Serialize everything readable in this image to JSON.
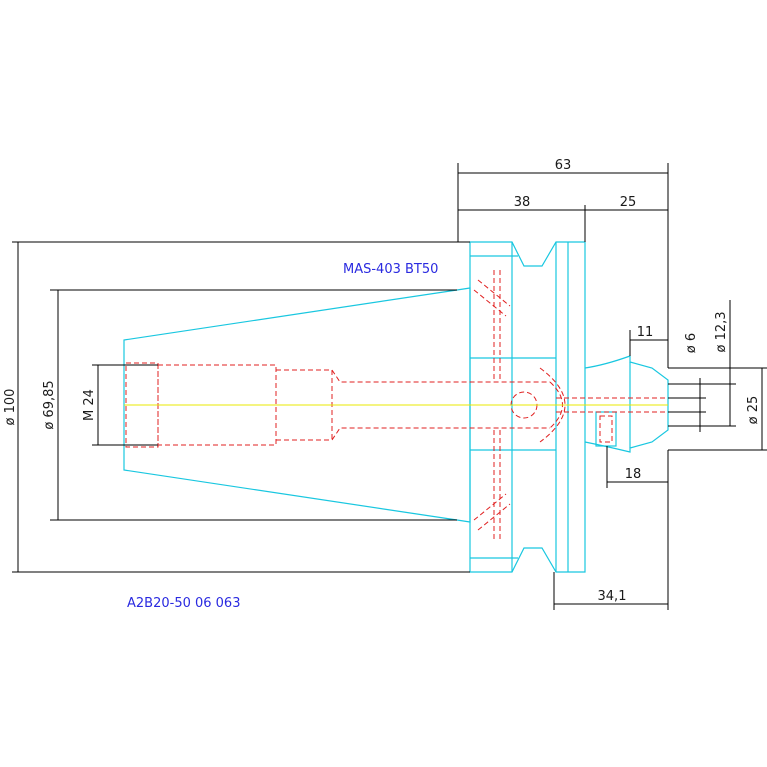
{
  "labels": {
    "top_label": "MAS-403  BT50",
    "bottom_label": "A2B20-50  06  063"
  },
  "dimensions": {
    "overall_length": "63",
    "flange_length": "38",
    "shank_length": "25",
    "dia_100": "ø 100",
    "dia_69_85": "ø 69,85",
    "thread": "M 24",
    "dim_11": "11",
    "dia_6": "ø 6",
    "dia_12_3": "ø 12,3",
    "dia_25": "ø 25",
    "dim_18": "18",
    "dim_34_1": "34,1"
  },
  "colors": {
    "part_outline": "#19c7e0",
    "hidden_line": "#e02020",
    "center_line": "#e8e800",
    "dimension": "#000000",
    "label": "#2a2ae0"
  }
}
